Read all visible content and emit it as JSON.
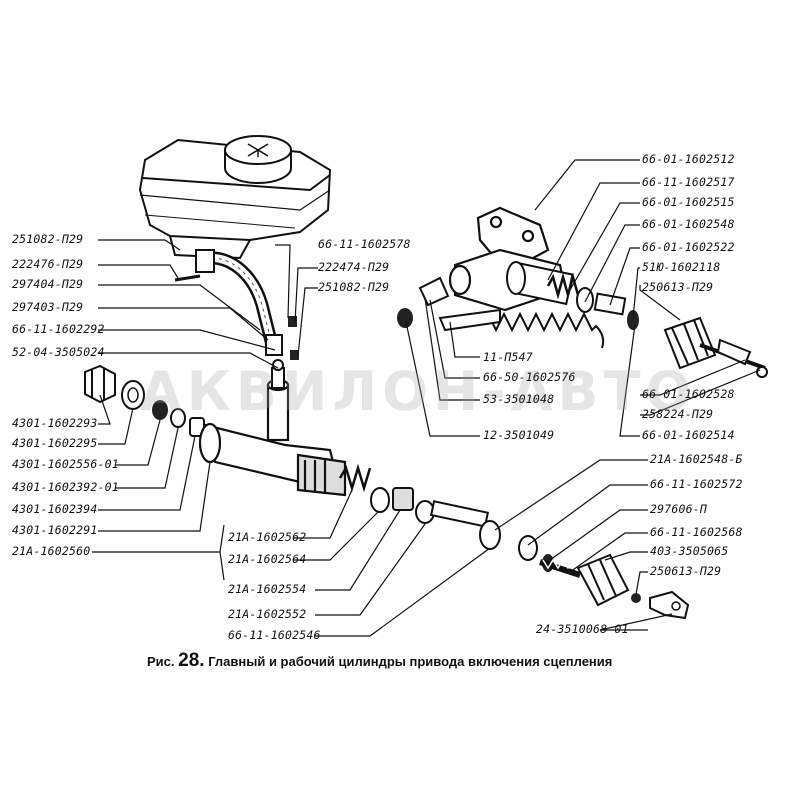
{
  "watermark": "АКВИЛОН-АВТО",
  "caption": {
    "prefix": "Рис.",
    "number": "28.",
    "title": "Главный и рабочий цилиндры привода включения сцепления"
  },
  "labels": {
    "l01": "251082-П29",
    "l02": "222476-П29",
    "l03": "297404-П29",
    "l04": "297403-П29",
    "l05": "66-11-1602292",
    "l06": "52-04-3505024",
    "l07": "4301-1602293",
    "l08": "4301-1602295",
    "l09": "4301-1602556-01",
    "l10": "4301-1602392-01",
    "l11": "4301-1602394",
    "l12": "4301-1602291",
    "l13": "21А-1602560",
    "l14": "66-11-1602578",
    "l15": "222474-П29",
    "l16": "251082-П29",
    "l17": "21А-1602562",
    "l18": "21А-1602564",
    "l19": "21А-1602554",
    "l20": "21А-1602552",
    "l21": "66-11-1602546",
    "l22": "66-01-1602512",
    "l23": "66-11-1602517",
    "l24": "66-01-1602515",
    "l25": "66-01-1602548",
    "l26": "66-01-1602522",
    "l27": "51Ю-1602118",
    "l28": "250613-П29",
    "l29": "66-01-1602528",
    "l30": "258224-П29",
    "l31": "66-01-1602514",
    "l32": "11-П547",
    "l33": "66-50-1602576",
    "l34": "53-3501048",
    "l35": "12-3501049",
    "l36": "21А-1602548-Б",
    "l37": "66-11-1602572",
    "l38": "297606-П",
    "l39": "66-11-1602568",
    "l40": "403-3505065",
    "l41": "250613-П29",
    "l42": "24-3510068-01"
  }
}
